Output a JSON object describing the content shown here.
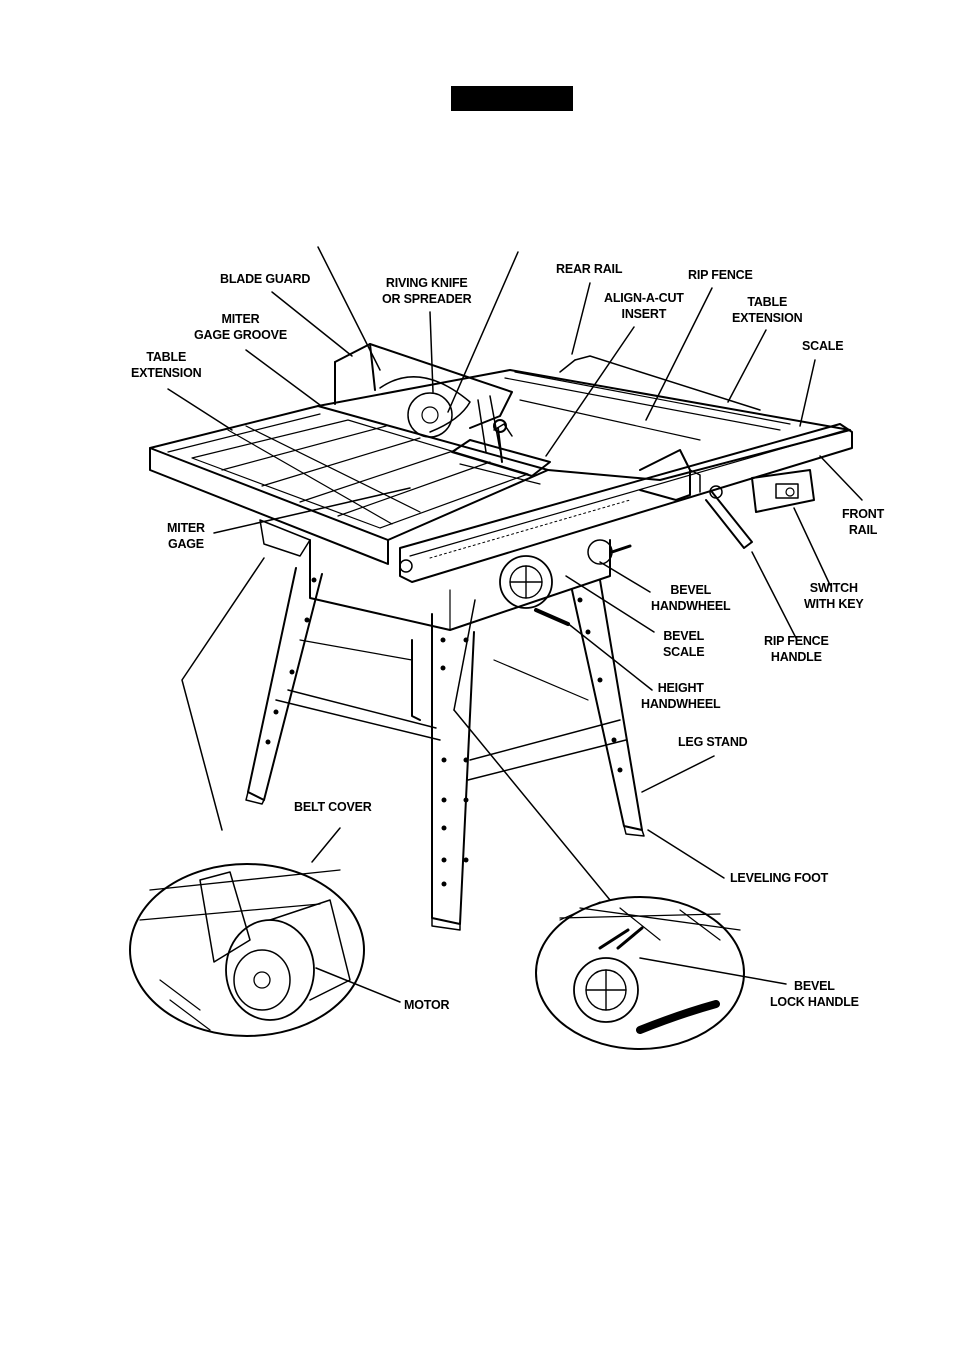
{
  "labels": {
    "blade_guard": "BLADE GUARD",
    "riving_knife": [
      "RIVING KNIFE",
      "OR SPREADER"
    ],
    "rear_rail": "REAR RAIL",
    "rip_fence": "RIP FENCE",
    "align_a_cut": [
      "ALIGN-A-CUT",
      "INSERT"
    ],
    "table_extension_right": [
      "TABLE",
      "EXTENSION"
    ],
    "scale": "SCALE",
    "miter_gage_groove": [
      "MITER",
      "GAGE GROOVE"
    ],
    "table_extension_left": [
      "TABLE",
      "EXTENSION"
    ],
    "front_rail": [
      "FRONT",
      "RAIL"
    ],
    "miter_gage": [
      "MITER",
      "GAGE"
    ],
    "bevel_handwheel": [
      "BEVEL",
      "HANDWHEEL"
    ],
    "switch_with_key": [
      "SWITCH",
      "WITH  KEY"
    ],
    "bevel_scale": [
      "BEVEL",
      "SCALE"
    ],
    "rip_fence_handle": [
      "RIP FENCE",
      "HANDLE"
    ],
    "height_handwheel": [
      "HEIGHT",
      "HANDWHEEL"
    ],
    "leg_stand": "LEG STAND",
    "belt_cover": "BELT COVER",
    "leveling_foot": "LEVELING FOOT",
    "motor": "MOTOR",
    "bevel_lock_handle": [
      "BEVEL",
      "LOCK HANDLE"
    ]
  },
  "colors": {
    "ink": "#000000",
    "paper": "#ffffff",
    "title_bar": "#000000"
  }
}
